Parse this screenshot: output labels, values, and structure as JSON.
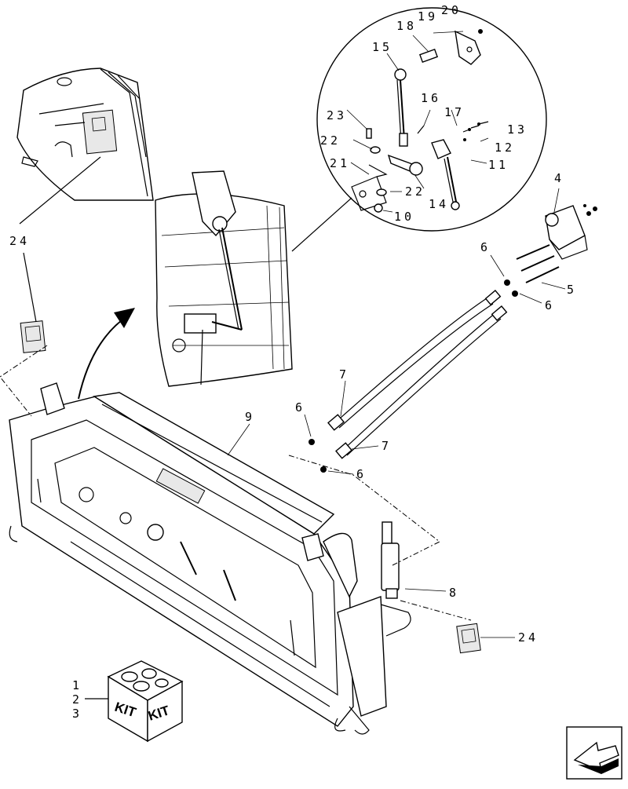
{
  "callouts": {
    "c1": "1",
    "c2": "2",
    "c3": "3",
    "c4": "4",
    "c5": "5",
    "c6a": "6",
    "c6b": "6",
    "c6c": "6",
    "c6d": "6",
    "c7a": "7",
    "c7b": "7",
    "c8": "8",
    "c9": "9",
    "c10": "10",
    "c11": "11",
    "c12": "12",
    "c13": "13",
    "c14": "14",
    "c15": "15",
    "c16": "16",
    "c17": "17",
    "c18": "18",
    "c19": "19",
    "c20": "20",
    "c21": "21",
    "c22a": "22",
    "c22b": "22",
    "c23": "23",
    "c24a": "24",
    "c24b": "24"
  },
  "kit": {
    "label_left": "KIT",
    "label_right": "KIT"
  },
  "icons": {
    "nav": "next-page-arrow-icon"
  }
}
